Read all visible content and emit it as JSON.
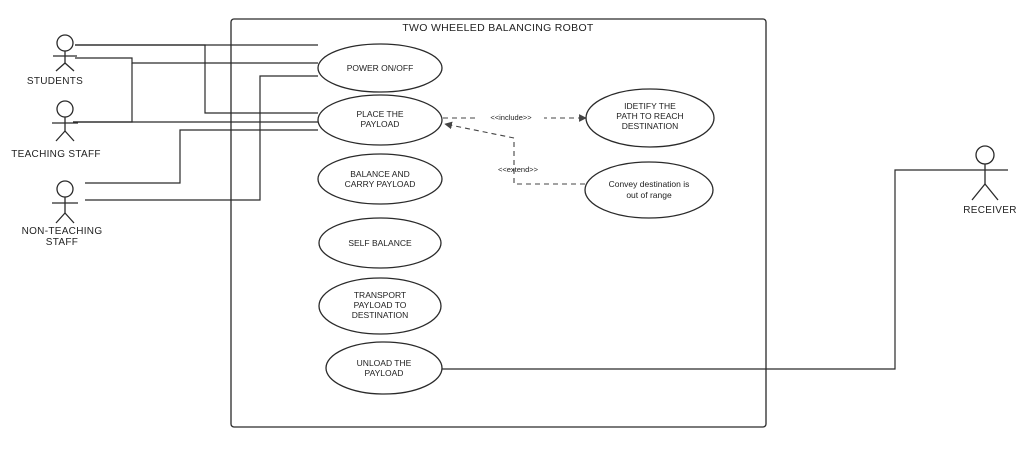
{
  "system": {
    "title": "TWO WHEELED BALANCING ROBOT"
  },
  "actors": {
    "students": {
      "lines": [
        "STUDENTS"
      ]
    },
    "teaching_staff": {
      "lines": [
        "TEACHING STAFF"
      ]
    },
    "non_teaching_staff": {
      "lines": [
        "NON-TEACHING",
        "STAFF"
      ]
    },
    "receiver": {
      "lines": [
        "RECEIVER"
      ]
    }
  },
  "use_cases": {
    "power": {
      "lines": [
        "POWER ON/OFF"
      ]
    },
    "place_payload": {
      "lines": [
        "PLACE THE",
        "PAYLOAD"
      ]
    },
    "identify_path": {
      "lines": [
        "IDETIFY THE",
        "PATH TO REACH",
        "DESTINATION"
      ]
    },
    "convey_range": {
      "lines": [
        "Convey destination is",
        "out of range"
      ]
    },
    "balance_carry": {
      "lines": [
        "BALANCE AND",
        "CARRY PAYLOAD"
      ]
    },
    "self_balance": {
      "lines": [
        "SELF BALANCE"
      ]
    },
    "transport": {
      "lines": [
        "TRANSPORT",
        "PAYLOAD TO",
        "DESTINATION"
      ]
    },
    "unload": {
      "lines": [
        "UNLOAD THE",
        "PAYLOAD"
      ]
    }
  },
  "relationships": {
    "include_label": "<<include>>",
    "extend_label": "<<extend>>"
  }
}
